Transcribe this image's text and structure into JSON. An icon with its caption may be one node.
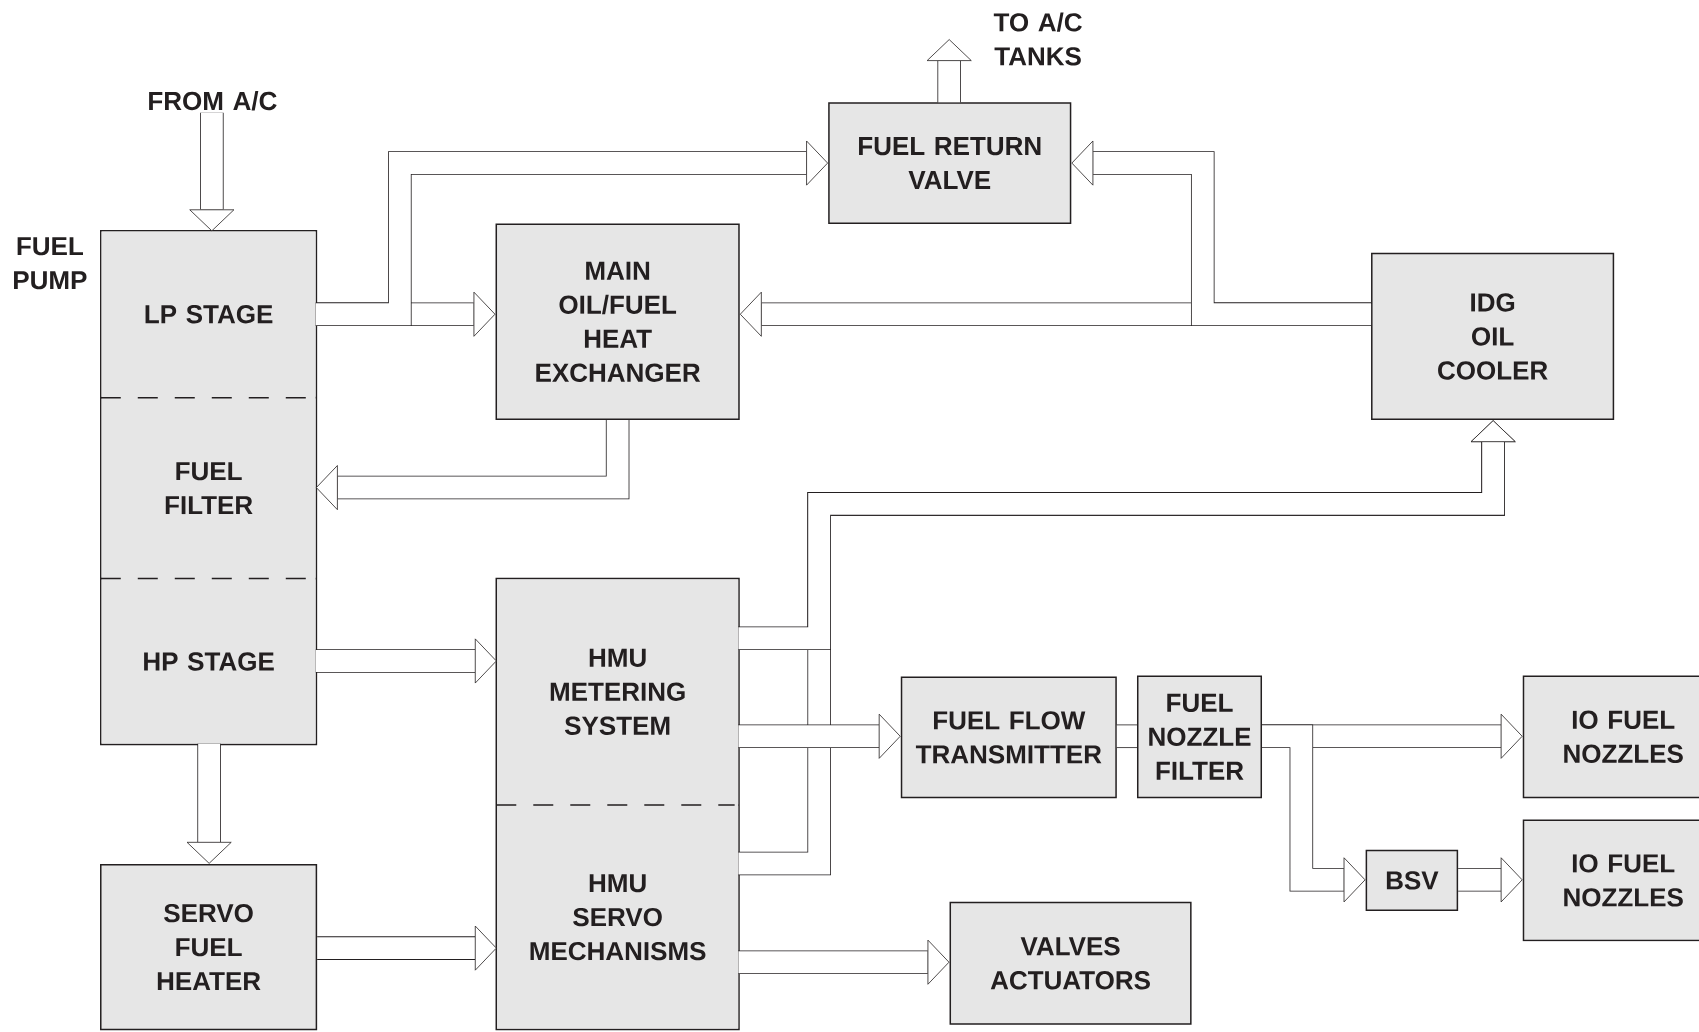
{
  "diagram": {
    "nodes": [
      {
        "text": [
          "FUEL PUMP"
        ]
      },
      {
        "text": [
          "LP STAGE"
        ],
        "in": 0
      },
      {
        "text": [
          "FUEL FILTER"
        ],
        "in": 0
      },
      {
        "text": [
          "HP STAGE"
        ],
        "in": 0
      },
      {
        "text": [
          "MAIN OIL/FUEL HEAT EXCHANGER"
        ]
      },
      {
        "text": [
          "FUEL RETURN VALVE"
        ]
      },
      {
        "text": [
          "IDG OIL COOLER"
        ]
      },
      {
        "text": [],
        "shape": "box"
      },
      {
        "text": [
          "HMU METERING SYSTEM"
        ],
        "in": 7
      },
      {
        "text": [
          "HMU SERVO MECHANISMS"
        ],
        "in": 7
      },
      {
        "text": [
          "SERVO FUEL HEATER"
        ]
      },
      {
        "text": [
          "FUEL FLOW TRANSMITTER"
        ]
      },
      {
        "text": [
          "FUEL NOZZLE FILTER"
        ]
      },
      {
        "text": [
          "IO FUEL NOZZLES"
        ]
      },
      {
        "text": [
          "BSV"
        ]
      },
      {
        "text": [
          "IO FUEL NOZZLES"
        ]
      },
      {
        "text": [
          "VALVES ACTUATORS"
        ]
      },
      {
        "text": [
          "FROM A/C"
        ]
      },
      {
        "text": [
          "TO A/C TANKS"
        ]
      }
    ],
    "edges": [
      {
        "from": 17,
        "to": 1,
        "arrow": "to"
      },
      {
        "from": 1,
        "to": 4,
        "arrow": "to"
      },
      {
        "from": 1,
        "to": 5,
        "arrow": "to"
      },
      {
        "from": 6,
        "to": 4,
        "arrow": "to"
      },
      {
        "from": 6,
        "to": 5,
        "arrow": "to"
      },
      {
        "from": 4,
        "to": 2,
        "arrow": "to"
      },
      {
        "from": 5,
        "to": 18,
        "arrow": "to"
      },
      {
        "from": 3,
        "to": 8,
        "arrow": "to"
      },
      {
        "from": 3,
        "to": 10,
        "arrow": "to"
      },
      {
        "from": 10,
        "to": 9,
        "arrow": "to"
      },
      {
        "from": 9,
        "to": 6,
        "arrow": "to"
      },
      {
        "from": 8,
        "to": 6,
        "arrow": "to"
      },
      {
        "from": 8,
        "to": 11,
        "arrow": "to"
      },
      {
        "from": 11,
        "to": 12,
        "arrow": "none"
      },
      {
        "from": 12,
        "to": 13,
        "arrow": "to"
      },
      {
        "from": 12,
        "to": 14,
        "arrow": "to"
      },
      {
        "from": 14,
        "to": 15,
        "arrow": "to"
      },
      {
        "from": 9,
        "to": 16,
        "arrow": "to"
      }
    ]
  }
}
